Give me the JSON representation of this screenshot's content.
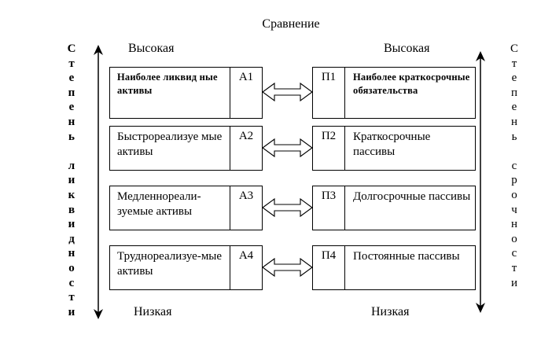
{
  "title": "Сравнение",
  "left_axis": {
    "label_letters": [
      "С",
      "т",
      "е",
      "п",
      "е",
      "н",
      "ь",
      " ",
      "л",
      "и",
      "к",
      "в",
      "и",
      "д",
      "н",
      "о",
      "с",
      "т",
      "и"
    ],
    "label": "Степень ликвидности",
    "top": "Высокая",
    "bottom": "Низкая"
  },
  "right_axis": {
    "label_letters": [
      "С",
      "т",
      "е",
      "п",
      "е",
      "н",
      "ь",
      " ",
      "с",
      "р",
      "о",
      "ч",
      "н",
      "о",
      "с",
      "т",
      "и"
    ],
    "label": "Степень срочности",
    "top": "Высокая",
    "bottom": "Низкая"
  },
  "assets": [
    {
      "code": "A1",
      "desc": "Наиболее ликвид ные активы"
    },
    {
      "code": "A2",
      "desc": "Быстрореализуе мые активы"
    },
    {
      "code": "A3",
      "desc": "Медленнореали-зуемые активы"
    },
    {
      "code": "A4",
      "desc": "Труднореализуе-мые активы"
    }
  ],
  "liabilities": [
    {
      "code": "П1",
      "desc": "Наиболее краткосрочные обязательства"
    },
    {
      "code": "П2",
      "desc": "Краткосрочные пассивы"
    },
    {
      "code": "П3",
      "desc": "Долгосрочные пассивы"
    },
    {
      "code": "П4",
      "desc": "Постоянные пассивы"
    }
  ],
  "connectors": [
    "double-arrow",
    "double-arrow",
    "double-arrow",
    "double-arrow"
  ]
}
